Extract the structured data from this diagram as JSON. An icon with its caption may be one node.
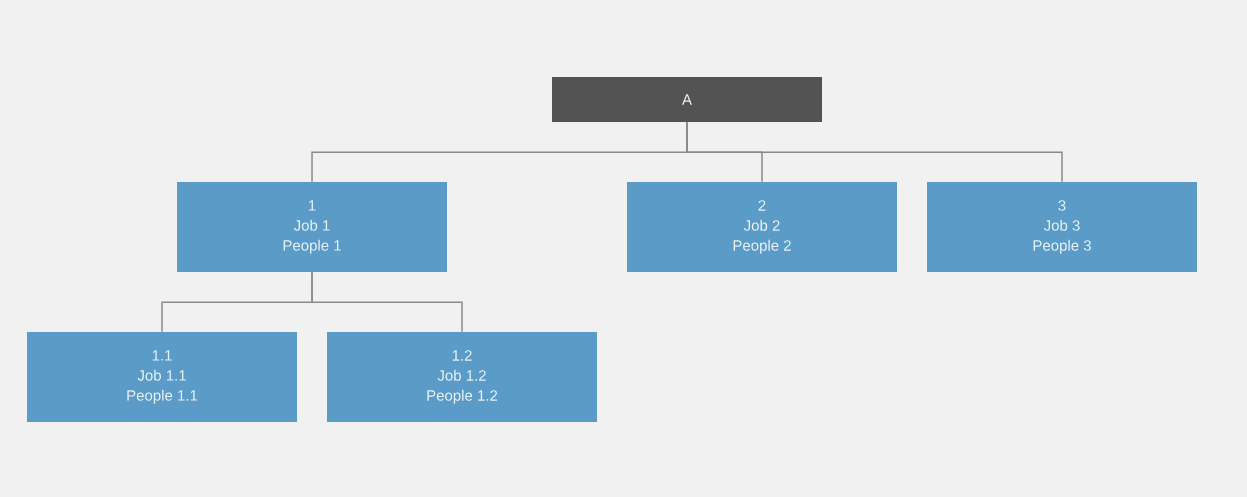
{
  "diagram": {
    "nodes": [
      {
        "text": [
          "A"
        ]
      },
      {
        "text": [
          "1",
          "Job 1",
          "People 1"
        ]
      },
      {
        "text": [
          "2",
          "Job 2",
          "People 2"
        ]
      },
      {
        "text": [
          "3",
          "Job 3",
          "People 3"
        ]
      },
      {
        "text": [
          "1.1",
          "Job 1.1",
          "People 1.1"
        ]
      },
      {
        "text": [
          "1.2",
          "Job 1.2",
          "People 1.2"
        ]
      }
    ],
    "edges": [
      {
        "from": 0,
        "to": 1,
        "arrow": "none"
      },
      {
        "from": 0,
        "to": 2,
        "arrow": "none"
      },
      {
        "from": 0,
        "to": 3,
        "arrow": "none"
      },
      {
        "from": 1,
        "to": 4,
        "arrow": "none"
      },
      {
        "from": 1,
        "to": 5,
        "arrow": "none"
      }
    ]
  }
}
